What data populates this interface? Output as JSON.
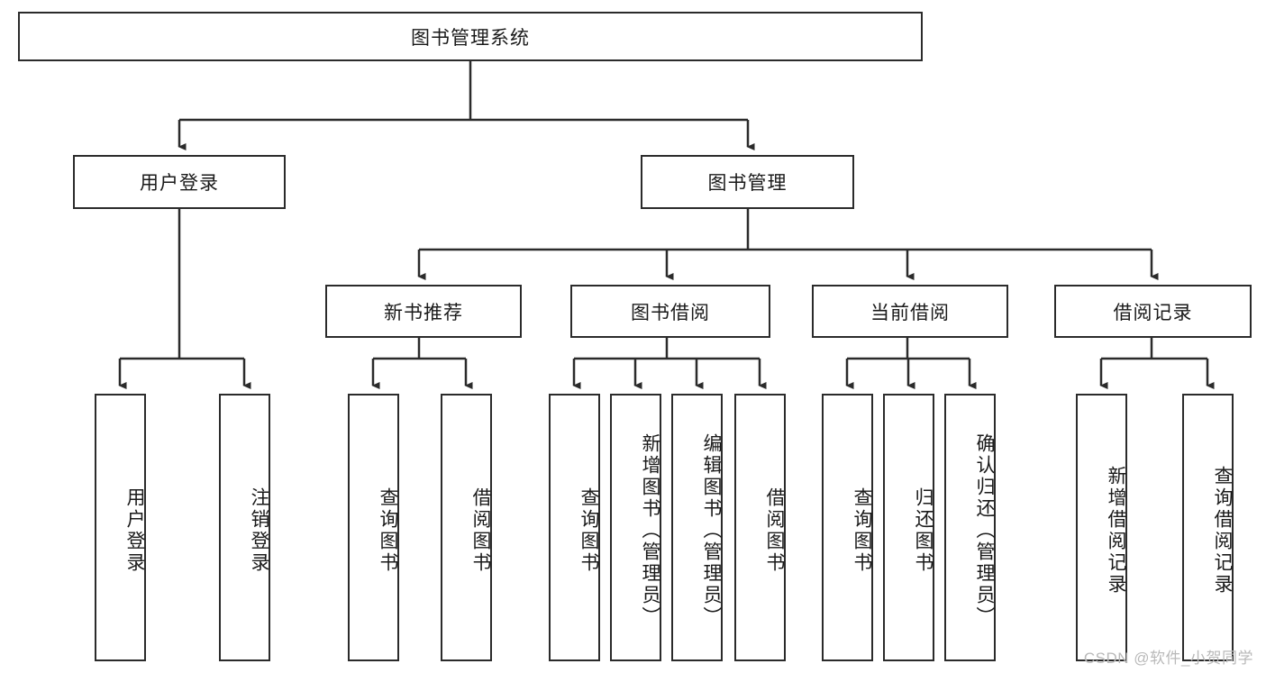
{
  "diagram": {
    "title_node": {
      "label": "图书管理系统"
    },
    "level2": [
      {
        "label": "用户登录"
      },
      {
        "label": "图书管理"
      }
    ],
    "level3": [
      {
        "label": "新书推荐"
      },
      {
        "label": "图书借阅"
      },
      {
        "label": "当前借阅"
      },
      {
        "label": "借阅记录"
      }
    ],
    "leaves": {
      "user_login": [
        {
          "label": "用户登录"
        },
        {
          "label": "注销登录"
        }
      ],
      "new_book": [
        {
          "label": "查询图书"
        },
        {
          "label": "借阅图书"
        }
      ],
      "book_borrow": [
        {
          "label": "查询图书"
        },
        {
          "label": "新增图书（管理员）"
        },
        {
          "label": "编辑图书（管理员）"
        },
        {
          "label": "借阅图书"
        }
      ],
      "current_borrow": [
        {
          "label": "查询图书"
        },
        {
          "label": "归还图书"
        },
        {
          "label": "确认归还（管理员）"
        }
      ],
      "borrow_record": [
        {
          "label": "新增借阅记录"
        },
        {
          "label": "查询借阅记录"
        }
      ]
    },
    "watermark": "CSDN @软件_小贺同学",
    "colors": {
      "border": "#2b2b2b",
      "text": "#1a1a1a",
      "background": "#ffffff",
      "watermark": "#b9b9b9"
    }
  }
}
